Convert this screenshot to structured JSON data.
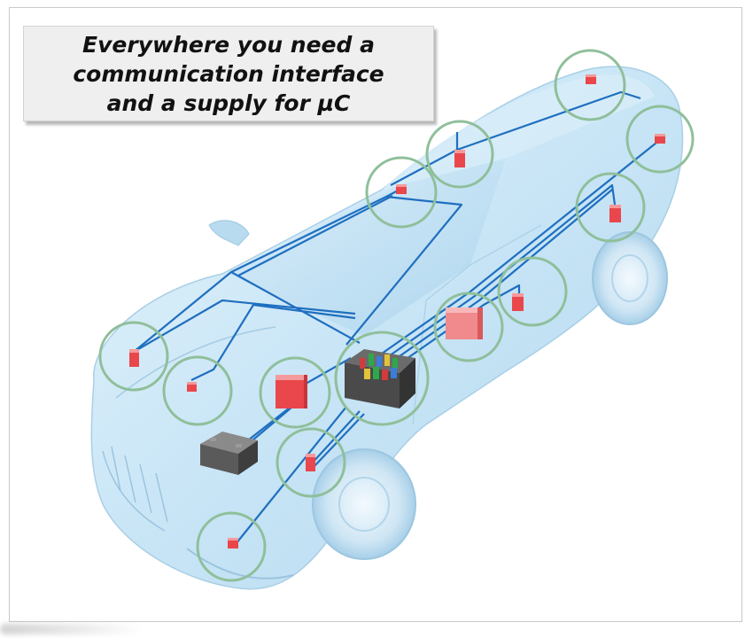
{
  "caption": {
    "line1": "Everywhere you need a",
    "line2": "communication interface",
    "line3": "and a supply for µC"
  },
  "colors": {
    "car_body": "#cfe8f7",
    "wire": "#1f6fc0",
    "node": "#e9474b",
    "highlight_ring": "#8fbf9a",
    "battery": "#555555",
    "junction_box": "#4a4a4a"
  },
  "icons": [
    "car-illustration",
    "battery-icon",
    "junction-box-icon",
    "ecu-node-icon",
    "highlight-ring-icon"
  ]
}
